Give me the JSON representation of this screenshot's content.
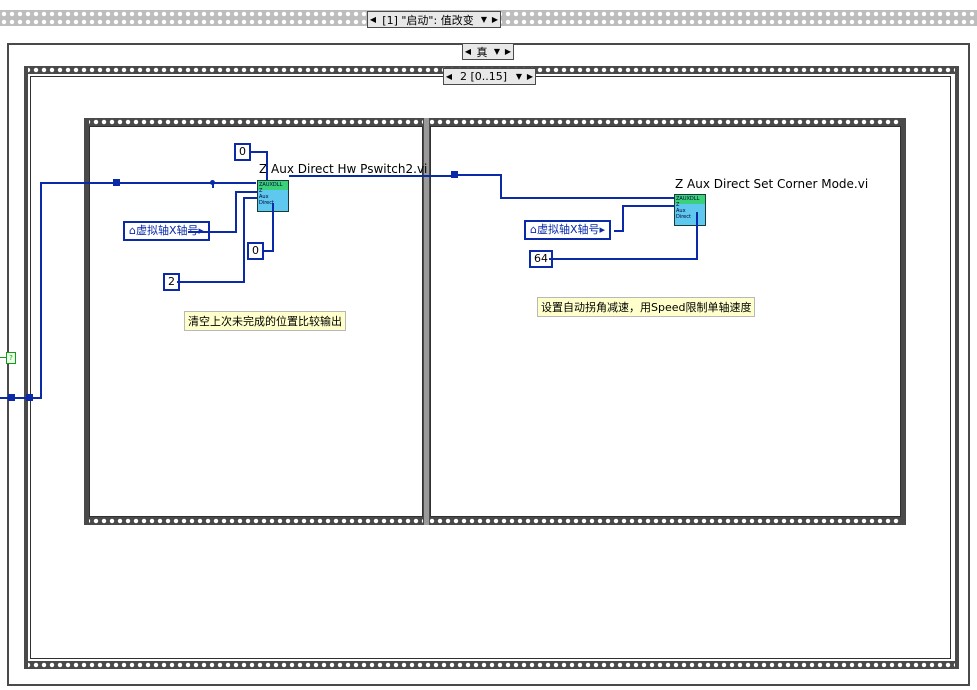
{
  "top_selector": {
    "label": "[1] \"启动\": 值改变"
  },
  "case_selector": {
    "label": "真"
  },
  "sequence_selector": {
    "label": "2 [0..15]"
  },
  "left_terminal": {
    "label": "?"
  },
  "frame_left": {
    "vi_name": "Z Aux Direct Hw Pswitch2.vi",
    "vi_icon_lines": [
      "ZAUXDLL",
      "Z",
      "Aux",
      "Direct"
    ],
    "axis_control": "虚拟轴X轴号",
    "constants": [
      "0",
      "0",
      "2"
    ],
    "comment": "清空上次未完成的位置比较输出"
  },
  "frame_right": {
    "vi_name": "Z Aux Direct Set Corner Mode.vi",
    "vi_icon_lines": [
      "ZAUXDLL",
      "Z",
      "Aux",
      "Direct"
    ],
    "axis_control": "虚拟轴X轴号",
    "constants": [
      "64"
    ],
    "comment": "设置自动拐角减速，用Speed限制单轴速度"
  },
  "colors": {
    "wire": "#0a2aa8",
    "frame_border": "#4a4a4a",
    "comment_bg": "#ffffcc"
  }
}
